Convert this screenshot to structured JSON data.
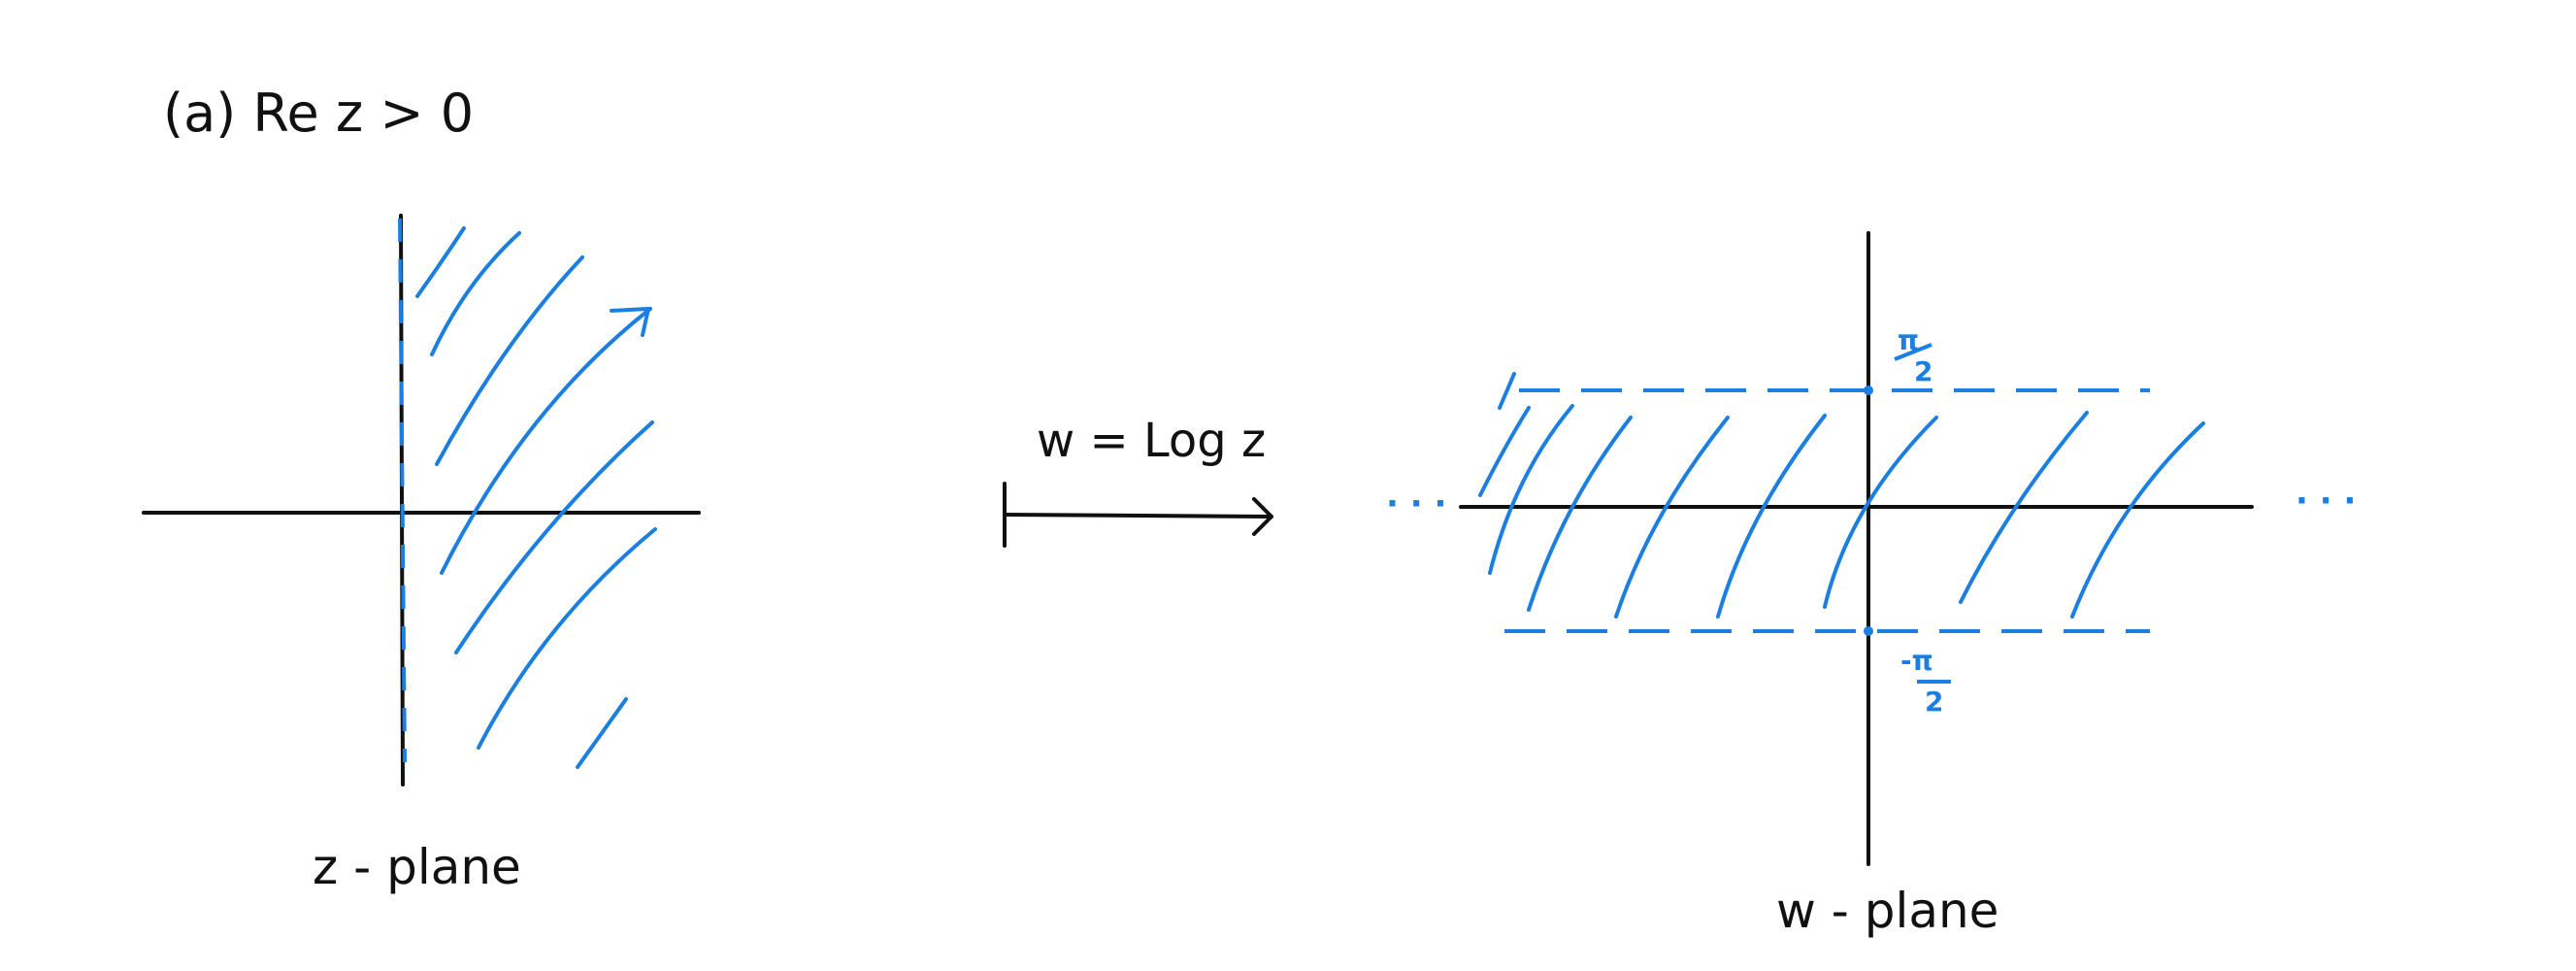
{
  "title": "(a)   Re  z   >  0",
  "z_plane": {
    "label": "z - plane"
  },
  "mapping": {
    "label": "w = Log z"
  },
  "w_plane": {
    "label": "w - plane",
    "top_numerator": "π",
    "top_denominator": "2",
    "bottom_numerator": "-π",
    "bottom_denominator": "2",
    "ellipsis": "· · ·"
  },
  "colors": {
    "ink": "#111111",
    "shade": "#1a7fe0"
  }
}
